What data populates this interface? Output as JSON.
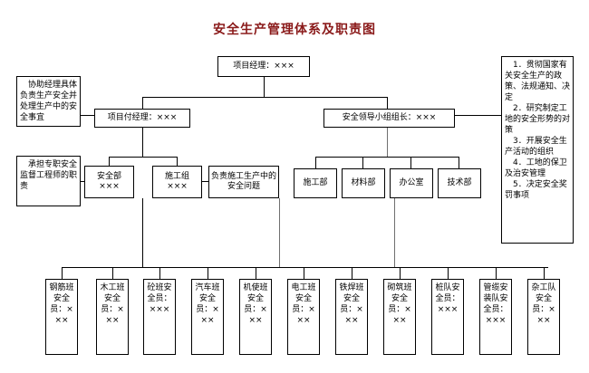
{
  "title": "安全生产管理体系及职责图",
  "accent_color": "#8a1a1a",
  "line_color": "#000000",
  "nodes": {
    "project_manager": "项目经理：×××",
    "deputy_manager": "项目付经理：×××",
    "safety_group_leader": "安全领导小组组长：×××",
    "assist_manager_duty": "协助经理具体负责生产安全并处理生产中的安全事宜",
    "safety_engineer_duty": "承担专职安全监督工程师的职责",
    "safety_dept": {
      "name": "安全部",
      "person": "×××"
    },
    "construction_team": {
      "name": "施工组",
      "person": "×××"
    },
    "construction_safety_note": "负责施工生产中的安全问题",
    "construction_dept": "施工部",
    "material_dept": "材料部",
    "office": "办公室",
    "technical_dept": "技术部",
    "responsibilities_title": "",
    "responsibilities": [
      "1．贯彻国家有关安全生产的政策、法规通知、决定",
      "2．研究制定工地的安全形势的对策",
      "3．开展安全生产活动的组织",
      "4．工地的保卫及治安管理",
      "5．决定安全奖罚事项"
    ]
  },
  "safety_officers": [
    "钢筋班安全员：×××",
    "木工班安全员：×××",
    "砼班安全员：×××",
    "汽车班安全员：×××",
    "机使班安全员：×××",
    "电工班安全员：×××",
    "铁焊班安全员：×××",
    "砌筑班安全员：×××",
    "桩队安全员：×××",
    "管缆安装队安全员：×××",
    "杂工队安全员：×××"
  ]
}
